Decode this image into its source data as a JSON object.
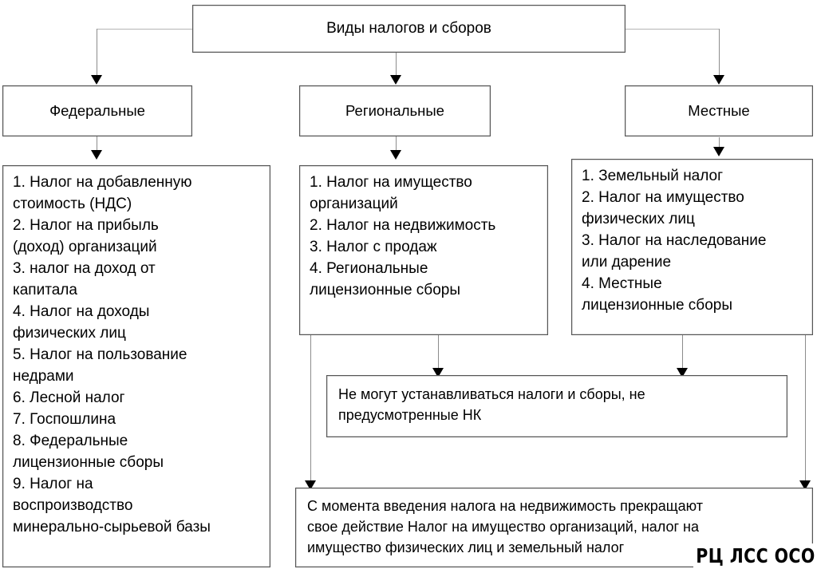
{
  "diagram": {
    "title_box": {
      "label": "Виды налогов и сборов"
    },
    "categories": [
      {
        "label": "Федеральные"
      },
      {
        "label": "Региональные"
      },
      {
        "label": "Местные"
      }
    ],
    "federal_list": [
      "1. Налог на добавленную",
      "стоимость (НДС)",
      "2. Налог на прибыль",
      "(доход) организаций",
      "3. налог на доход от",
      "капитала",
      "4. Налог на доходы",
      "физических лиц",
      "5. Налог на пользование",
      "недрами",
      "6. Лесной налог",
      "7. Госпошлина",
      "8. Федеральные",
      "лицензионные сборы",
      "9. Налог на",
      "воспроизводство",
      "минерально-сырьевой базы"
    ],
    "regional_list": [
      "1. Налог на имущество",
      "организаций",
      "2. Налог на недвижимость",
      "3. Налог с продаж",
      "4. Региональные",
      "лицензионные сборы"
    ],
    "local_list": [
      "1. Земельный налог",
      "2. Налог на имущество",
      "физических лиц",
      "3. Налог на наследование",
      "или дарение",
      "4. Местные",
      "лицензионные сборы"
    ],
    "note_box": {
      "line1": "Не могут устанавливаться налоги и сборы, не",
      "line2": "предусмотренные НК"
    },
    "bottom_box": {
      "line1": "С момента введения налога на недвижимость прекращают",
      "line2": "свое действие Налог на имущество организаций, налог на",
      "line3": "имущество физических лиц и земельный налог"
    },
    "watermark": "РЦ ЛСС ОСО"
  }
}
